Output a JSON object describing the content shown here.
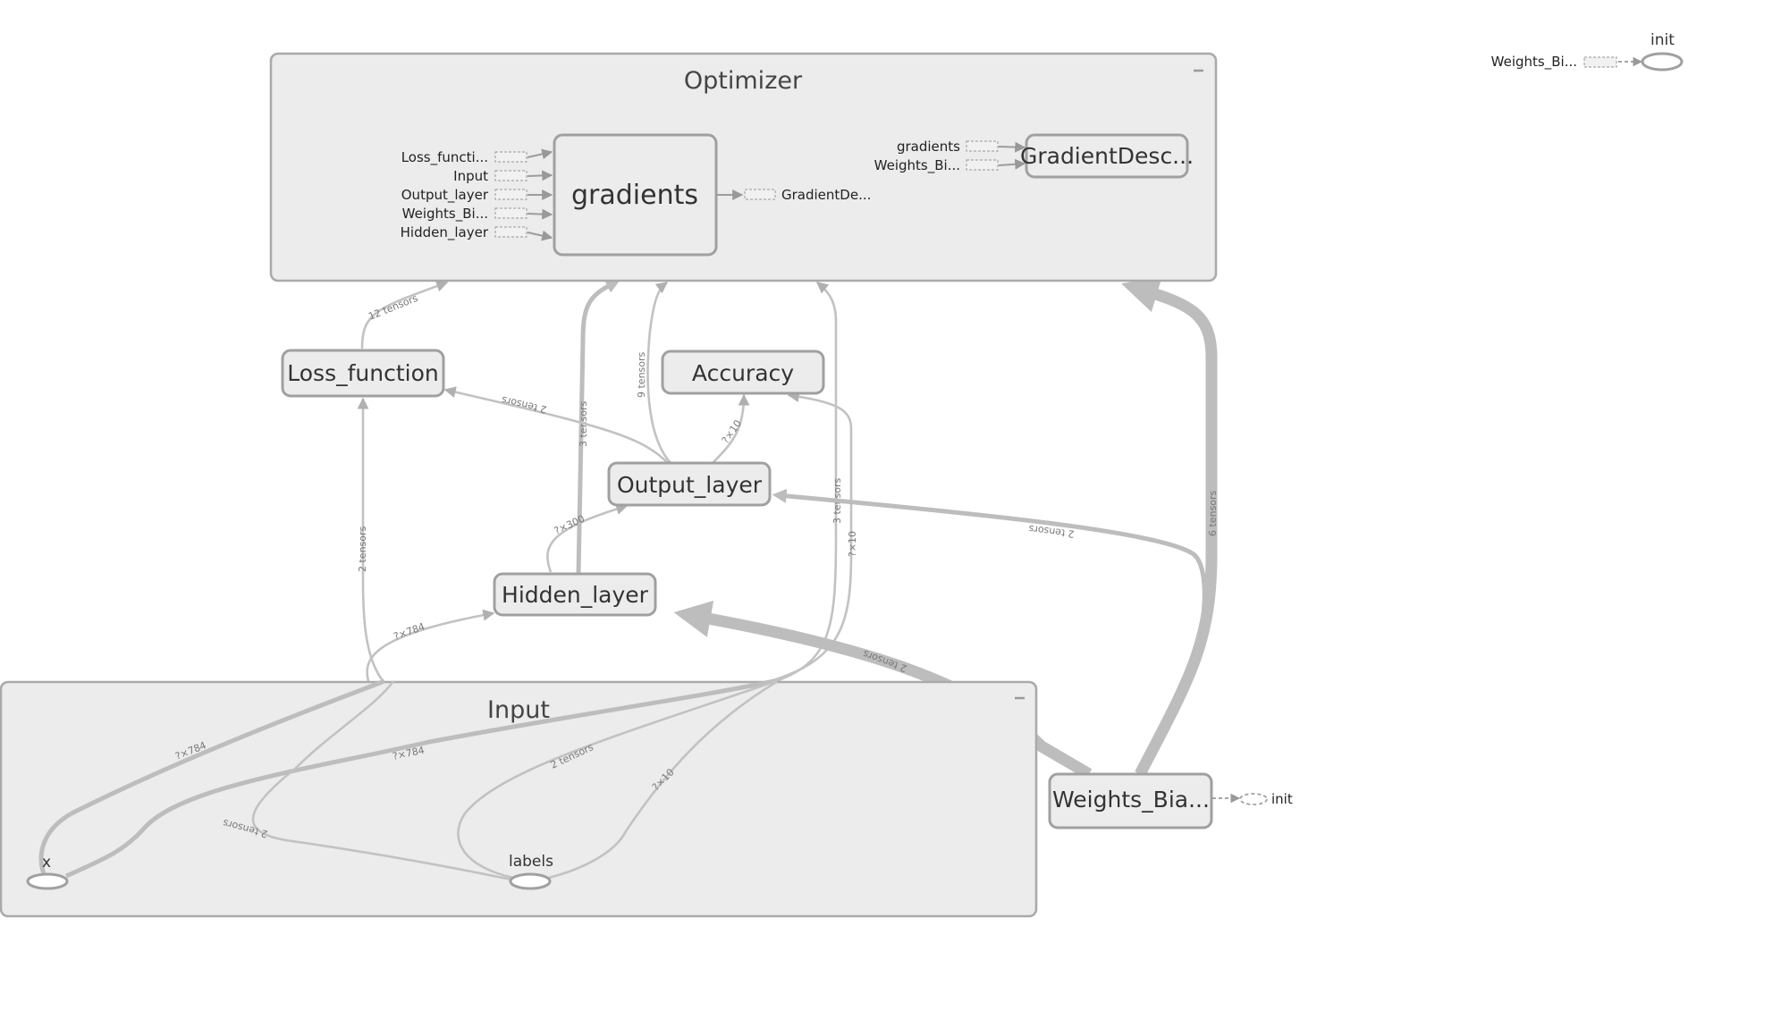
{
  "groups": {
    "optimizer": {
      "title": "Optimizer",
      "gradients_inputs": [
        "Loss_functi...",
        "Input",
        "Output_layer",
        "Weights_Bi...",
        "Hidden_layer"
      ],
      "gradients_label": "gradients",
      "gradients_output": "GradientDe...",
      "gd_inputs": [
        "gradients",
        "Weights_Bi..."
      ],
      "gd_label": "GradientDesc..."
    },
    "input": {
      "title": "Input",
      "x_label": "x",
      "labels_label": "labels"
    }
  },
  "nodes": {
    "loss_function": "Loss_function",
    "accuracy": "Accuracy",
    "output_layer": "Output_layer",
    "hidden_layer": "Hidden_layer",
    "weights_biases": "Weights_Bia..."
  },
  "side": {
    "init_label": "init",
    "weights_label": "Weights_Bi...",
    "wb_init_label": "init"
  },
  "edge_labels": {
    "loss_to_opt": "12 tensors",
    "hidden_to_opt": "3 tensors",
    "output_to_opt": "9 tensors",
    "input_to_opt": "3 tensors",
    "wb_to_opt": "6 tensors",
    "output_to_loss": "2 tensors",
    "output_to_acc": "?×10",
    "hidden_to_output": "?×300",
    "input_to_hidden": "?×784",
    "input_to_loss": "2 tensors",
    "input_to_acc": "?×10",
    "wb_to_output": "2 tensors",
    "wb_to_hidden": "2 tensors",
    "x_out_a": "?×784",
    "x_out_b": "?×784",
    "labels_out_a": "2 tensors",
    "labels_out_b": "2 tensors",
    "labels_out_c": "?×10"
  }
}
